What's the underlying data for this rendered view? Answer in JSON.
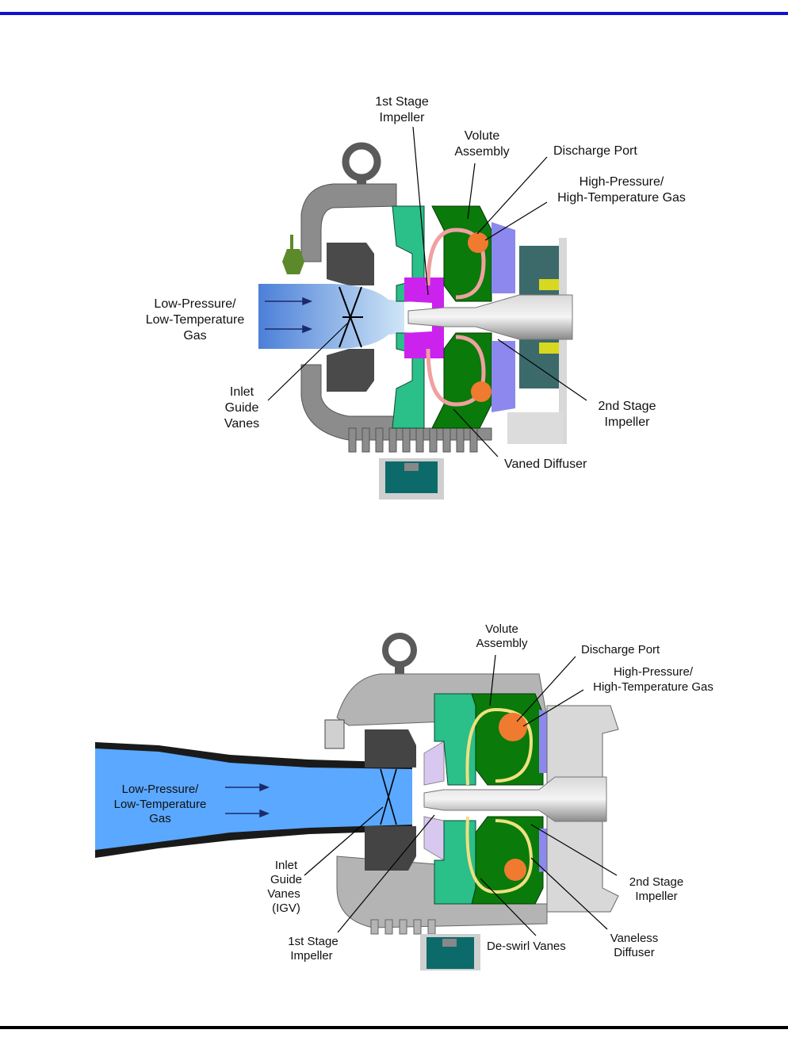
{
  "colors": {
    "rule_top": "#1010d0",
    "casing": "#8c8c8c",
    "impeller_teal": "#2bbf8a",
    "volute_green": "#0a7a0a",
    "hot_gas": "#f07a30",
    "cold_gas": "#5aa8ff",
    "magenta": "#cc22ee",
    "lavender": "#8c88ee",
    "dark_gray": "#4a4a4a",
    "teal_base": "#0d6a6a"
  },
  "figure1": {
    "labels": {
      "first_stage_impeller": [
        "1st Stage",
        "Impeller"
      ],
      "volute_assembly": [
        "Volute",
        "Assembly"
      ],
      "discharge_port": [
        "Discharge  Port"
      ],
      "high_pressure_gas": [
        "High-Pressure/",
        "High-Temperature Gas"
      ],
      "low_pressure_gas": [
        "Low-Pressure/",
        "Low-Temperature",
        "Gas"
      ],
      "inlet_guide_vanes": [
        "Inlet",
        "Guide",
        "Vanes"
      ],
      "second_stage_impeller": [
        "2nd Stage",
        "Impeller"
      ],
      "vaned_diffuser": [
        "Vaned Diffuser"
      ]
    }
  },
  "figure2": {
    "labels": {
      "volute_assembly": [
        "Volute",
        "Assembly"
      ],
      "discharge_port": [
        "Discharge  Port"
      ],
      "high_pressure_gas": [
        "High-Pressure/",
        "High-Temperature Gas"
      ],
      "low_pressure_gas": [
        "Low-Pressure/",
        "Low-Temperature",
        "Gas"
      ],
      "inlet_guide_vanes": [
        "Inlet",
        "Guide",
        "Vanes",
        "(IGV)"
      ],
      "first_stage_impeller": [
        "1st Stage",
        "Impeller"
      ],
      "deswirl_vanes": [
        "De-swirl Vanes"
      ],
      "second_stage_impeller": [
        "2nd Stage",
        "Impeller"
      ],
      "vaneless_diffuser": [
        "Vaneless",
        "Diffuser"
      ]
    }
  }
}
